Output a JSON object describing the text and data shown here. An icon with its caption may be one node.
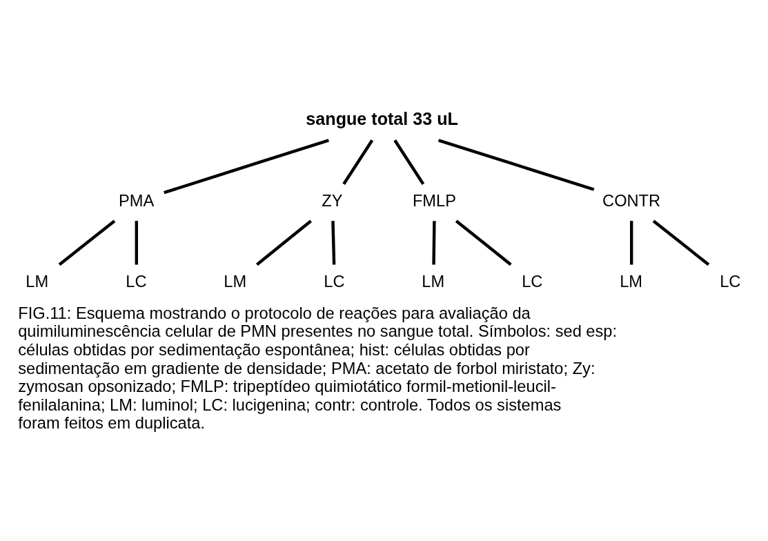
{
  "diagram": {
    "caption": "FIG.11: Esquema mostrando o protocolo de reações para avaliação da quimiluminescência celular de PMN presentes no sangue total. Símbolos: sed esp: células obtidas por sedimentação espontânea; hist: células obtidas por sedimentação em gradiente de densidade; PMA: acetato de forbol miristato; Zy: zymosan opsonizado; FMLP: tripeptídeo quimiotático formil-metionil-leucil-fenilalanina; LM: luminol; LC: lucigenina; contr: controle. Todos os sistemas foram feitos em duplicata.",
    "nodes": [
      {
        "text": [
          "sangue total 33 uL"
        ]
      },
      {
        "text": [
          "PMA"
        ]
      },
      {
        "text": [
          "ZY"
        ]
      },
      {
        "text": [
          "FMLP"
        ]
      },
      {
        "text": [
          "CONTR"
        ]
      },
      {
        "text": [
          "LM"
        ]
      },
      {
        "text": [
          "LC"
        ]
      },
      {
        "text": [
          "LM"
        ]
      },
      {
        "text": [
          "LC"
        ]
      },
      {
        "text": [
          "LM"
        ]
      },
      {
        "text": [
          "LC"
        ]
      },
      {
        "text": [
          "LM"
        ]
      },
      {
        "text": [
          "LC"
        ]
      }
    ],
    "edges": [
      {
        "from": 0,
        "to": 1,
        "arrow": "none"
      },
      {
        "from": 0,
        "to": 2,
        "arrow": "none"
      },
      {
        "from": 0,
        "to": 3,
        "arrow": "none"
      },
      {
        "from": 0,
        "to": 4,
        "arrow": "none"
      },
      {
        "from": 1,
        "to": 5,
        "arrow": "none"
      },
      {
        "from": 1,
        "to": 6,
        "arrow": "none"
      },
      {
        "from": 2,
        "to": 7,
        "arrow": "none"
      },
      {
        "from": 2,
        "to": 8,
        "arrow": "none"
      },
      {
        "from": 3,
        "to": 9,
        "arrow": "none"
      },
      {
        "from": 3,
        "to": 10,
        "arrow": "none"
      },
      {
        "from": 4,
        "to": 11,
        "arrow": "none"
      },
      {
        "from": 4,
        "to": 12,
        "arrow": "none"
      }
    ]
  }
}
